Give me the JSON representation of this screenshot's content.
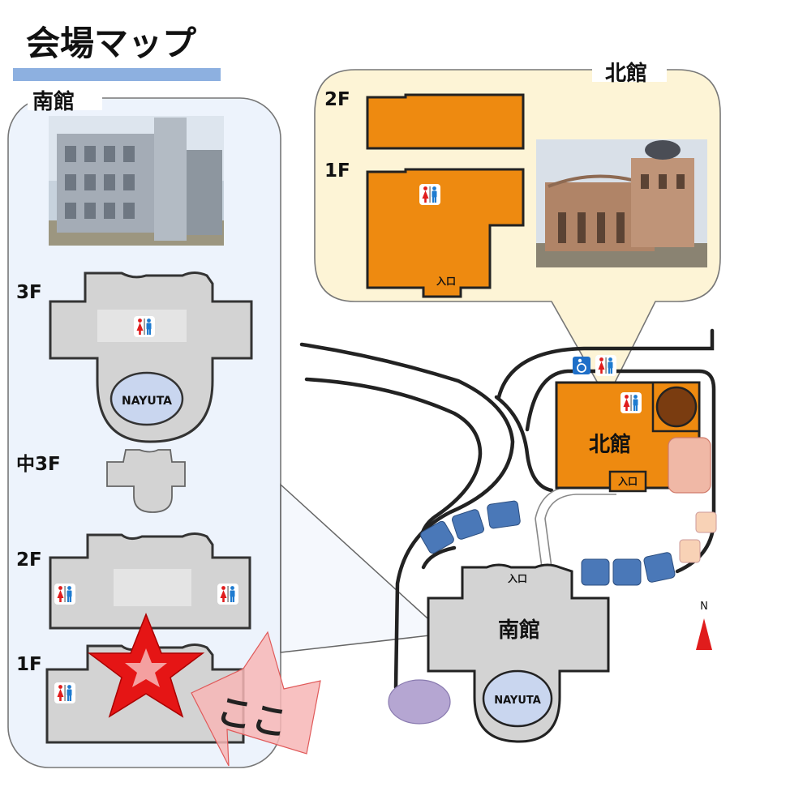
{
  "title": "会場マップ",
  "south_panel": {
    "label": "南館",
    "floors": [
      {
        "label": "3F",
        "room": "NAYUTA"
      },
      {
        "label": "中3F"
      },
      {
        "label": "2F"
      },
      {
        "label": "1F"
      }
    ],
    "here_label": "ここ"
  },
  "north_panel": {
    "label": "北館",
    "floors": [
      {
        "label": "2F"
      },
      {
        "label": "1F",
        "entrance": "入口"
      }
    ]
  },
  "site_map": {
    "north_building": {
      "label": "北館",
      "entrance": "入口"
    },
    "south_building": {
      "label": "南館",
      "entrance": "入口",
      "room": "NAYUTA"
    },
    "compass": "N"
  },
  "colors": {
    "orange": "#ee8a10",
    "gray": "#d3d3d3",
    "panel_blue": "#edf3fc",
    "panel_yellow": "#fdf4d6",
    "accent_bar": "#8db0e0",
    "parking": "#4a78b8",
    "nayuta": "#c9d6ef"
  }
}
